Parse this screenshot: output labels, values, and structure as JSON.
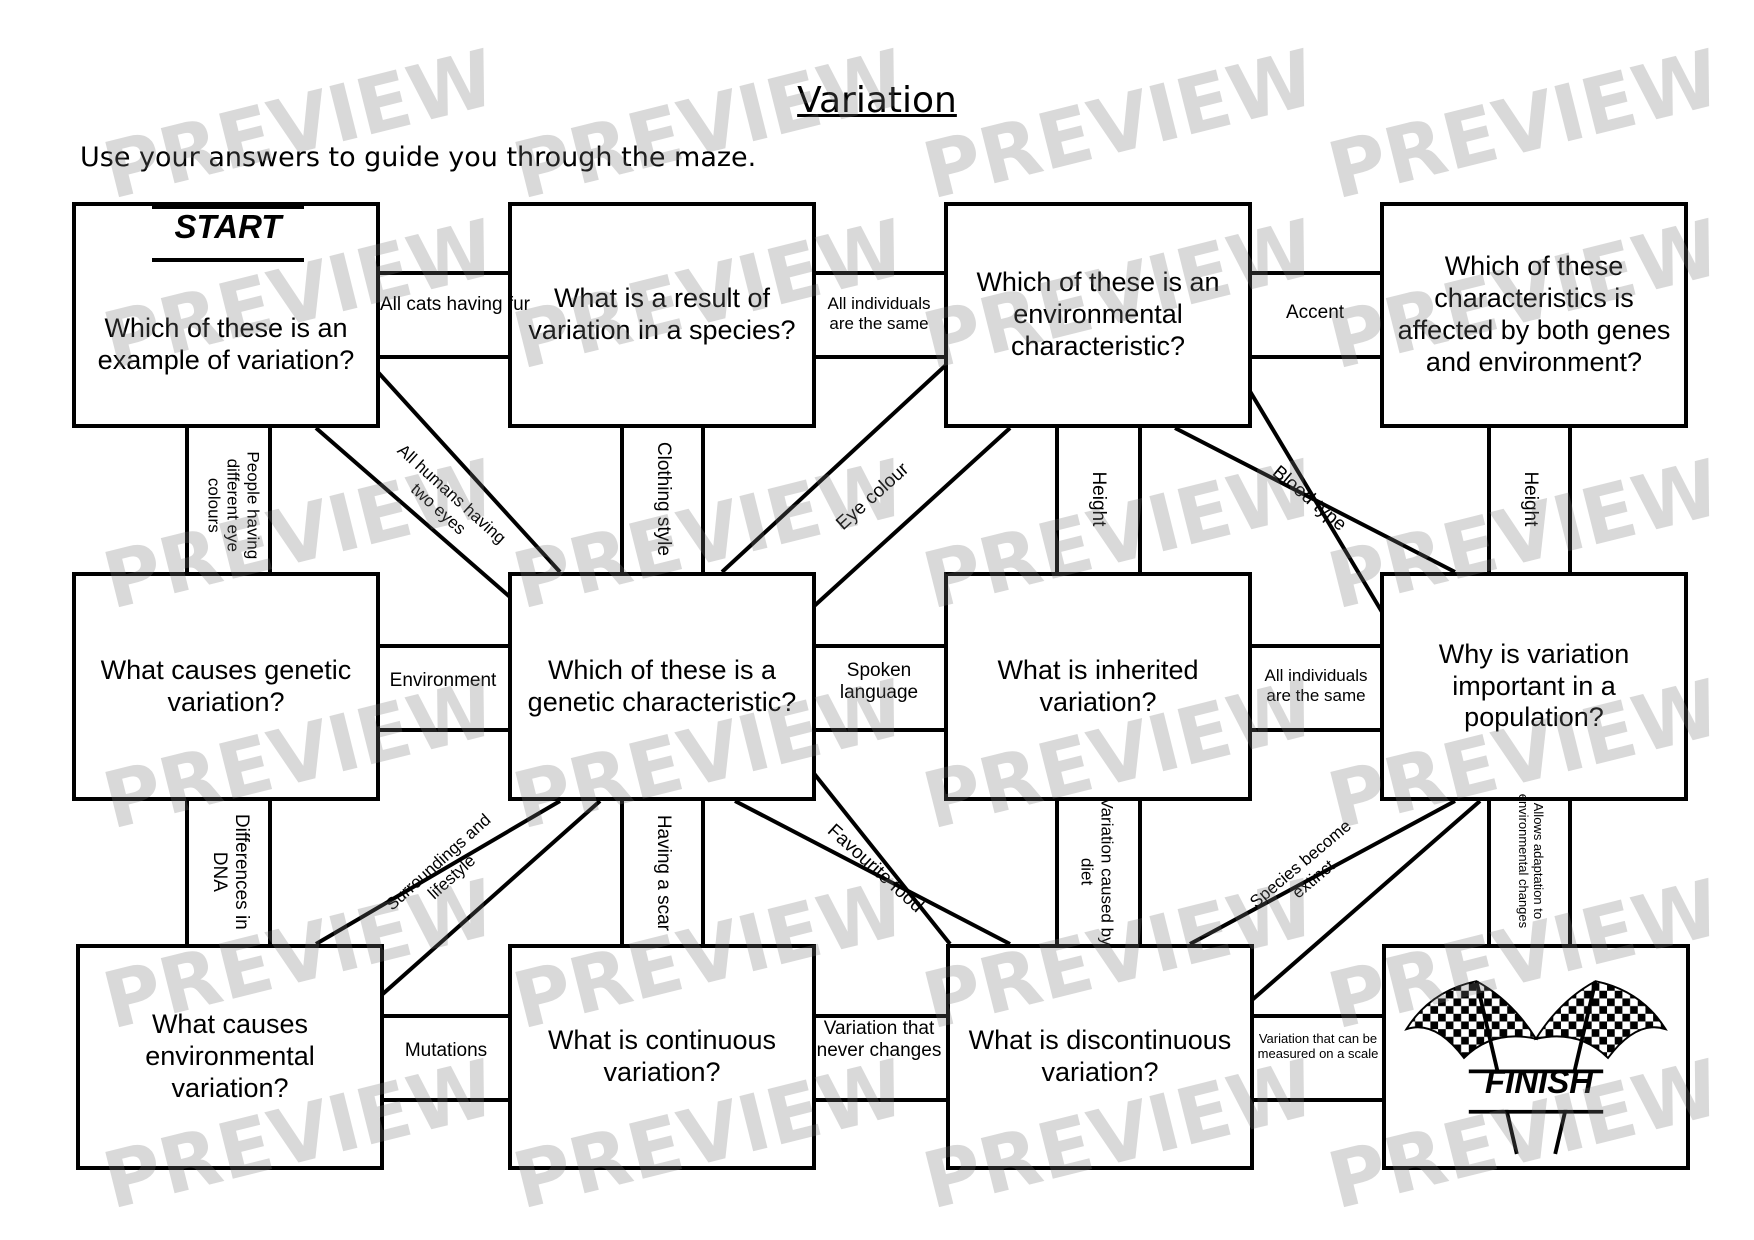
{
  "title": "Variation",
  "instructions": "Use your answers to guide you through the maze.",
  "start_label": "START",
  "finish_label": "FINISH",
  "watermark": "PREVIEW",
  "boxes": {
    "b1": "Which of these is an example of variation?",
    "b2": "What is a result of variation in a species?",
    "b3": "Which of these is an environmental characteristic?",
    "b4": "Which of these characteristics is affected by both genes and environment?",
    "b5": "What causes genetic variation?",
    "b6": "Which of these is a genetic characteristic?",
    "b7": "What is inherited variation?",
    "b8": "Why is variation important in a population?",
    "b9": "What causes environmental variation?",
    "b10": "What is continuous variation?",
    "b11": "What is discontinuous variation?"
  },
  "paths": {
    "all_cats": "All cats having fur",
    "all_individuals_same_1": "All individuals are the same",
    "accent": "Accent",
    "different_eye_colours": "People having different eye colours",
    "two_eyes": "All humans having two eyes",
    "clothing_style": "Clothing style",
    "eye_colour": "Eye colour",
    "height_1": "Height",
    "blood_type": "Blood type",
    "height_2": "Height",
    "environment": "Environment",
    "spoken_language": "Spoken language",
    "all_individuals_same_2": "All individuals are the same",
    "differences_dna": "Differences in DNA",
    "surroundings": "Surroundings and lifestyle",
    "having_scar": "Having a scar",
    "favourite_food": "Favourite food",
    "caused_by_diet": "Variation caused by diet",
    "species_extinct": "Species become extinct",
    "allows_adaptation": "Allows adaptation to environmental changes",
    "mutations": "Mutations",
    "never_changes": "Variation that never changes",
    "measured_scale": "Variation that can be measured on a scale"
  }
}
